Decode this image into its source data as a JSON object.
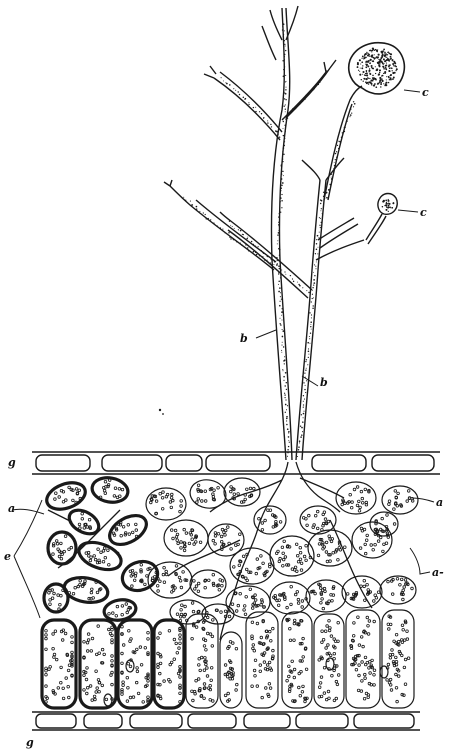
{
  "figure": {
    "ink_color": "#1a1a1a",
    "paper_color": "#ffffff",
    "labels": {
      "sporangium_large": "c",
      "sporangium_small": "c",
      "hypha_left": "b",
      "hypha_right": "b",
      "epidermis_upper": "g",
      "epidermis_lower": "g",
      "haustoria_left": "a",
      "haustoria_right": "a",
      "haustoria_right_low": "a-",
      "spongy_cells": "e"
    }
  }
}
